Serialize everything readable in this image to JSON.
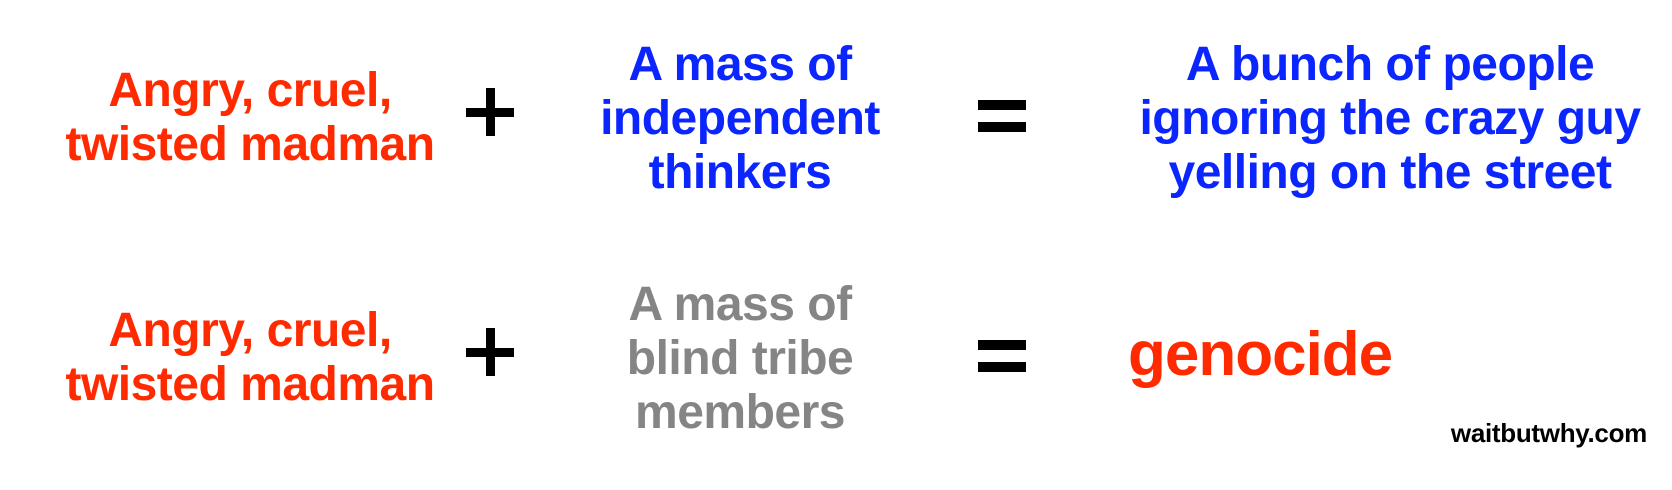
{
  "row1": {
    "madman": "Angry, cruel,\ntwisted madman",
    "mass": "A mass of\nindependent\nthinkers",
    "result": "A bunch of people\nignoring the crazy guy\nyelling on the street"
  },
  "row2": {
    "madman": "Angry, cruel,\ntwisted madman",
    "mass": "A mass of\nblind tribe\nmembers",
    "result": "genocide"
  },
  "watermark": "waitbutwhy.com",
  "colors": {
    "madman": "#ff2a00",
    "independent": "#0b25ff",
    "tribe": "#858585",
    "genocide": "#ff2a00"
  },
  "icons": {
    "plus": "plus-icon",
    "equals": "equals-icon"
  }
}
